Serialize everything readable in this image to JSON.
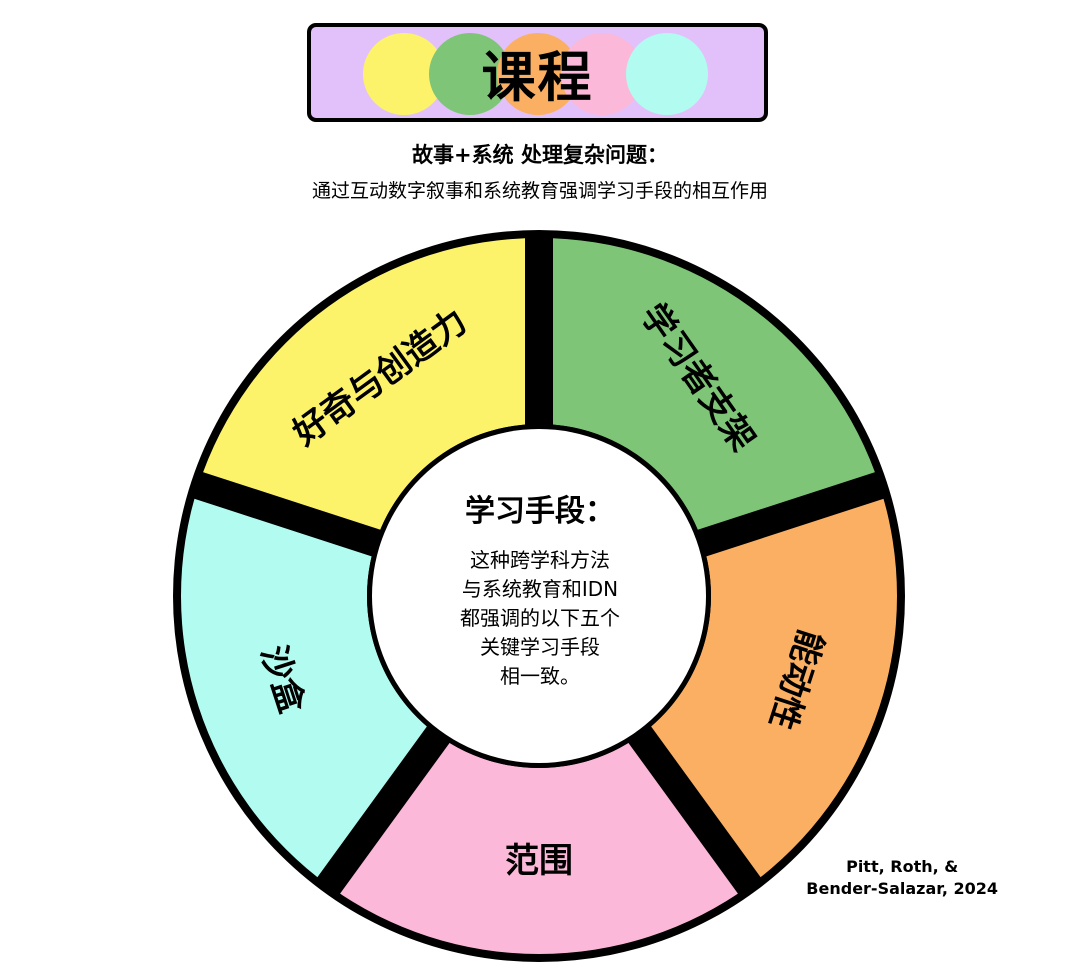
{
  "header": {
    "title": "课程",
    "title_dot_colors": [
      "#fdf36b",
      "#7ec578",
      "#fbaf62",
      "#fbb8d8",
      "#b2fbf0"
    ],
    "subtitle": "故事+系统 处理复杂问题：",
    "description": "通过互动数字叙事和系统教育强调学习手段的相互作用"
  },
  "wheel": {
    "segments": [
      {
        "label": "学习者支架",
        "color": "#7ec578"
      },
      {
        "label": "能动性",
        "color": "#fbaf62"
      },
      {
        "label": "范围",
        "color": "#fbb8d8"
      },
      {
        "label": "沙盒",
        "color": "#b2fbf0"
      },
      {
        "label": "好奇与创造力",
        "color": "#fdf36b"
      }
    ],
    "separator_color": "#000000"
  },
  "center": {
    "heading": "学习手段：",
    "lines": [
      "这种跨学科方法",
      "与系统教育和IDN",
      "都强调的以下五个",
      "关键学习手段",
      "相一致。"
    ]
  },
  "citation": {
    "line1": "Pitt, Roth, &",
    "line2": "Bender-Salazar, 2024"
  }
}
